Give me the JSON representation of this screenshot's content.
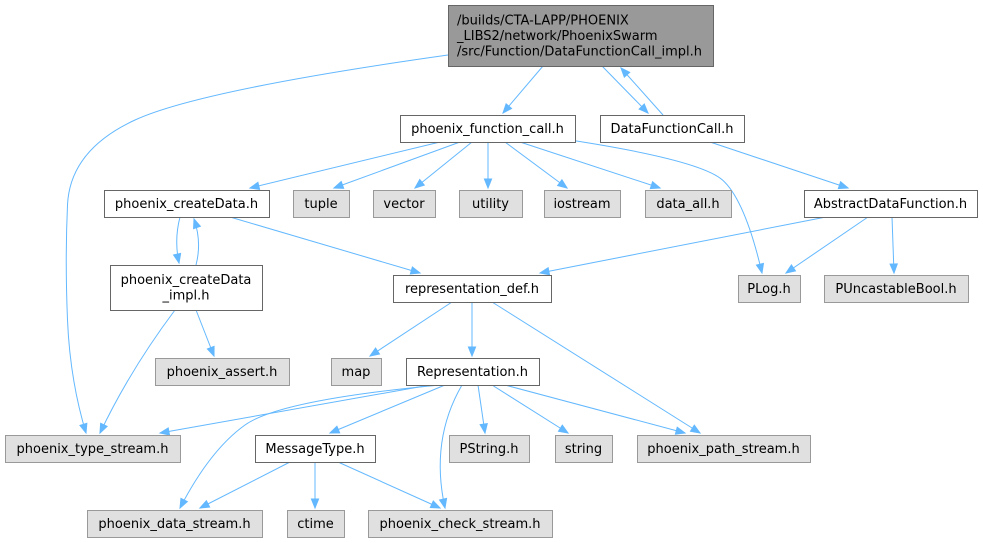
{
  "colors": {
    "root_fill": "#999999",
    "root_stroke": "#666666",
    "local_fill": "#ffffff",
    "local_stroke": "#666666",
    "external_fill": "#e0e0e0",
    "external_stroke": "#999999",
    "edge": "#63B8FF",
    "text": "#000000"
  },
  "nodes": [
    {
      "id": "root",
      "lines": [
        "/builds/CTA-LAPP/PHOENIX",
        "_LIBS2/network/PhoenixSwarm",
        "/src/Function/DataFunctionCall_impl.h"
      ],
      "kind": "root"
    },
    {
      "id": "phoenix_function_call",
      "lines": [
        "phoenix_function_call.h"
      ],
      "kind": "local"
    },
    {
      "id": "DataFunctionCall",
      "lines": [
        "DataFunctionCall.h"
      ],
      "kind": "local"
    },
    {
      "id": "phoenix_createData",
      "lines": [
        "phoenix_createData.h"
      ],
      "kind": "local"
    },
    {
      "id": "tuple",
      "lines": [
        "tuple"
      ],
      "kind": "external"
    },
    {
      "id": "vector",
      "lines": [
        "vector"
      ],
      "kind": "external"
    },
    {
      "id": "utility",
      "lines": [
        "utility"
      ],
      "kind": "external"
    },
    {
      "id": "iostream",
      "lines": [
        "iostream"
      ],
      "kind": "external"
    },
    {
      "id": "data_all",
      "lines": [
        "data_all.h"
      ],
      "kind": "external"
    },
    {
      "id": "AbstractDataFunction",
      "lines": [
        "AbstractDataFunction.h"
      ],
      "kind": "local"
    },
    {
      "id": "phoenix_createData_impl",
      "lines": [
        "phoenix_createData",
        "_impl.h"
      ],
      "kind": "local"
    },
    {
      "id": "representation_def",
      "lines": [
        "representation_def.h"
      ],
      "kind": "local"
    },
    {
      "id": "PLog",
      "lines": [
        "PLog.h"
      ],
      "kind": "external"
    },
    {
      "id": "PUncastableBool",
      "lines": [
        "PUncastableBool.h"
      ],
      "kind": "external"
    },
    {
      "id": "phoenix_assert",
      "lines": [
        "phoenix_assert.h"
      ],
      "kind": "external"
    },
    {
      "id": "map",
      "lines": [
        "map"
      ],
      "kind": "external"
    },
    {
      "id": "Representation",
      "lines": [
        "Representation.h"
      ],
      "kind": "local"
    },
    {
      "id": "phoenix_type_stream",
      "lines": [
        "phoenix_type_stream.h"
      ],
      "kind": "external"
    },
    {
      "id": "MessageType",
      "lines": [
        "MessageType.h"
      ],
      "kind": "local"
    },
    {
      "id": "PString",
      "lines": [
        "PString.h"
      ],
      "kind": "external"
    },
    {
      "id": "string",
      "lines": [
        "string"
      ],
      "kind": "external"
    },
    {
      "id": "phoenix_path_stream",
      "lines": [
        "phoenix_path_stream.h"
      ],
      "kind": "external"
    },
    {
      "id": "phoenix_data_stream",
      "lines": [
        "phoenix_data_stream.h"
      ],
      "kind": "external"
    },
    {
      "id": "ctime",
      "lines": [
        "ctime"
      ],
      "kind": "external"
    },
    {
      "id": "phoenix_check_stream",
      "lines": [
        "phoenix_check_stream.h"
      ],
      "kind": "external"
    }
  ],
  "edges": [
    {
      "from": "root",
      "to": "phoenix_function_call"
    },
    {
      "from": "root",
      "to": "DataFunctionCall"
    },
    {
      "from": "root",
      "to": "phoenix_type_stream"
    },
    {
      "from": "DataFunctionCall",
      "to": "root"
    },
    {
      "from": "phoenix_function_call",
      "to": "phoenix_createData"
    },
    {
      "from": "phoenix_function_call",
      "to": "tuple"
    },
    {
      "from": "phoenix_function_call",
      "to": "vector"
    },
    {
      "from": "phoenix_function_call",
      "to": "utility"
    },
    {
      "from": "phoenix_function_call",
      "to": "iostream"
    },
    {
      "from": "phoenix_function_call",
      "to": "data_all"
    },
    {
      "from": "phoenix_function_call",
      "to": "PLog"
    },
    {
      "from": "DataFunctionCall",
      "to": "AbstractDataFunction"
    },
    {
      "from": "phoenix_createData",
      "to": "phoenix_createData_impl"
    },
    {
      "from": "phoenix_createData",
      "to": "representation_def"
    },
    {
      "from": "phoenix_createData_impl",
      "to": "phoenix_createData"
    },
    {
      "from": "phoenix_createData_impl",
      "to": "phoenix_assert"
    },
    {
      "from": "phoenix_createData_impl",
      "to": "phoenix_type_stream"
    },
    {
      "from": "AbstractDataFunction",
      "to": "representation_def"
    },
    {
      "from": "AbstractDataFunction",
      "to": "PLog"
    },
    {
      "from": "AbstractDataFunction",
      "to": "PUncastableBool"
    },
    {
      "from": "representation_def",
      "to": "map"
    },
    {
      "from": "representation_def",
      "to": "Representation"
    },
    {
      "from": "representation_def",
      "to": "phoenix_path_stream"
    },
    {
      "from": "Representation",
      "to": "phoenix_type_stream"
    },
    {
      "from": "Representation",
      "to": "MessageType"
    },
    {
      "from": "Representation",
      "to": "PString"
    },
    {
      "from": "Representation",
      "to": "string"
    },
    {
      "from": "Representation",
      "to": "phoenix_path_stream"
    },
    {
      "from": "Representation",
      "to": "phoenix_data_stream"
    },
    {
      "from": "Representation",
      "to": "phoenix_check_stream"
    },
    {
      "from": "MessageType",
      "to": "phoenix_data_stream"
    },
    {
      "from": "MessageType",
      "to": "ctime"
    },
    {
      "from": "MessageType",
      "to": "phoenix_check_stream"
    }
  ]
}
